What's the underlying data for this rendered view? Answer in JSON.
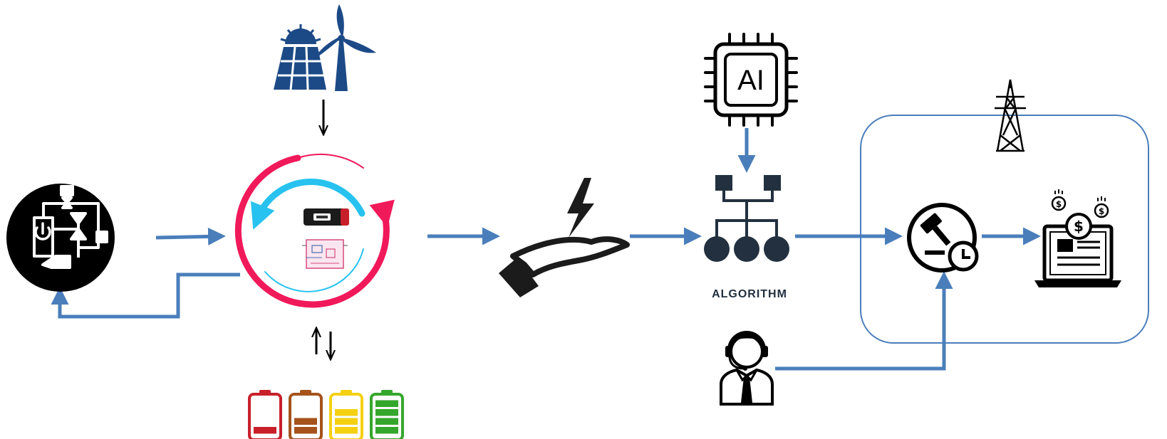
{
  "colors": {
    "connector": "#4a7ebb",
    "dark": "#000000",
    "node_dark": "#22303f",
    "solar_blue": "#1c4a87",
    "ring_pink": "#f0195a",
    "ring_cyan": "#27c2ef",
    "battery_red": "#c8202a",
    "battery_brown": "#a5531b",
    "battery_yellow": "#f4d011",
    "battery_green": "#35a62c",
    "box_border": "#4a7ebb"
  },
  "nodes": {
    "power_plant": {
      "icon": "power-plant-control-icon"
    },
    "renewables": {
      "icons": [
        "solar-panel-icon",
        "wind-turbine-icon"
      ]
    },
    "energy_cycle": {
      "icons": [
        "charger-device-icon",
        "circuit-board-icon"
      ]
    },
    "batteries": {
      "icon": "battery-levels-icon",
      "levels": [
        0.25,
        0.5,
        0.75,
        1.0
      ]
    },
    "energy_offer": {
      "icon": "hand-lightning-icon"
    },
    "ai": {
      "icon": "ai-chip-icon",
      "text": "AI"
    },
    "algorithm": {
      "icon": "network-tree-icon",
      "label": "ALGORITHM"
    },
    "operator": {
      "icon": "support-agent-icon"
    },
    "auction": {
      "icon": "auction-gavel-clock-icon"
    },
    "market": {
      "icon": "laptop-payment-icon"
    },
    "grid": {
      "icon": "transmission-tower-icon"
    }
  }
}
